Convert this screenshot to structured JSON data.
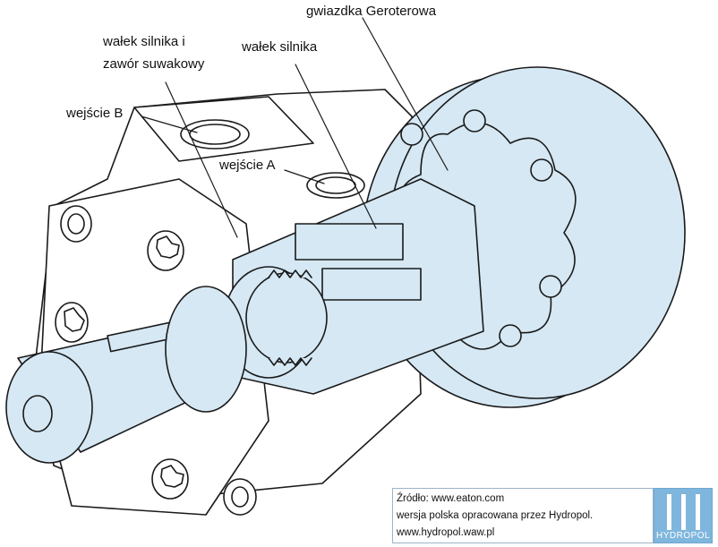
{
  "labels": {
    "gerotor_star": "gwiazdka Geroterowa",
    "shaft_and_spool": "wałek silnika i zawór suwakowy",
    "shaft_and_spool_line1": "wałek silnika i",
    "shaft_and_spool_line2": "zawór suwakowy",
    "motor_shaft": "wałek silnika",
    "port_b": "wejście B",
    "port_a": "wejście A"
  },
  "source": {
    "line1": "Źródło: www.eaton.com",
    "line2": "wersja polska opracowana przez Hydropol.",
    "line3": "www.hydropol.waw.pl"
  },
  "logo": {
    "text": "HYDROPOL"
  },
  "colors": {
    "highlight": "#d5e8f4",
    "outline": "#1a1a1a",
    "logo": "#7fb6dd"
  }
}
